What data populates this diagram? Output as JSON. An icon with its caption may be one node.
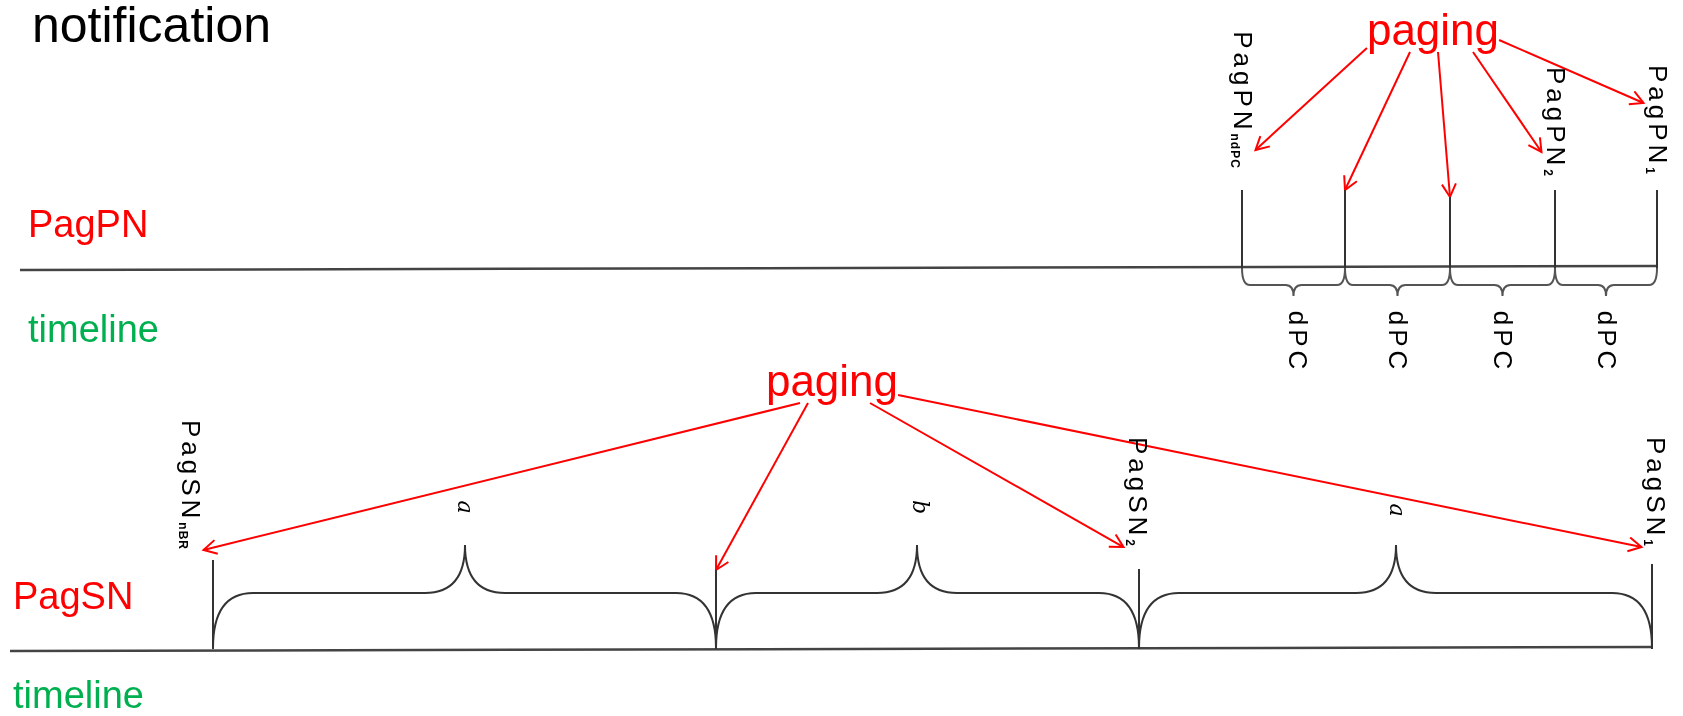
{
  "diagram": {
    "title": "notification",
    "nodes": [
      {
        "text": [
          "paging"
        ]
      },
      {
        "text": [
          "PagPN$_{ndPC}$"
        ]
      },
      {
        "text": [],
        "shape": "bar"
      },
      {
        "text": [],
        "shape": "bar"
      },
      {
        "text": [
          "PagPN$_{2}$"
        ]
      },
      {
        "text": [
          "PagPN$_{1}$"
        ]
      },
      {
        "text": [
          "paging"
        ]
      },
      {
        "text": [
          "PagSN$_{nBR}$"
        ]
      },
      {
        "text": [],
        "shape": "bar"
      },
      {
        "text": [
          "PagSN$_{2}$"
        ]
      },
      {
        "text": [
          "PagSN$_{1}$"
        ]
      }
    ],
    "edges": [
      {
        "from": 0,
        "to": 1,
        "arrow": "to"
      },
      {
        "from": 0,
        "to": 2,
        "arrow": "to"
      },
      {
        "from": 0,
        "to": 3,
        "arrow": "to"
      },
      {
        "from": 0,
        "to": 4,
        "arrow": "to"
      },
      {
        "from": 0,
        "to": 5,
        "arrow": "to"
      },
      {
        "from": 6,
        "to": 7,
        "arrow": "to"
      },
      {
        "from": 6,
        "to": 8,
        "arrow": "to"
      },
      {
        "from": 6,
        "to": 9,
        "arrow": "to"
      },
      {
        "from": 6,
        "to": 10,
        "arrow": "to"
      }
    ],
    "labels": [
      "PagPN",
      "timeline",
      "dPC",
      "dPC",
      "dPC",
      "dPC",
      "a",
      "b",
      "a",
      "PagSN",
      "timeline"
    ]
  }
}
